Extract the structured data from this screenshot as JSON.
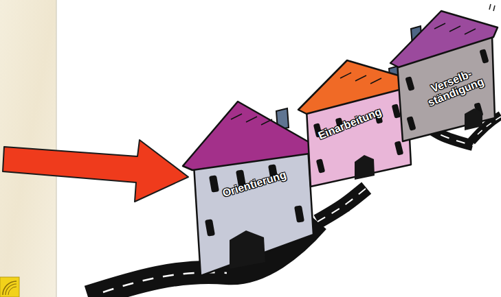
{
  "diagram": {
    "nodes": [
      {
        "text": [
          "Orientierung"
        ]
      },
      {
        "text": [
          "Einarbeitung"
        ]
      },
      {
        "text": [
          "Verselb- ständigung"
        ]
      }
    ],
    "edges": [
      {
        "from": 0,
        "to": 1,
        "arrow": "none"
      },
      {
        "from": 1,
        "to": 2,
        "arrow": "none"
      }
    ]
  }
}
